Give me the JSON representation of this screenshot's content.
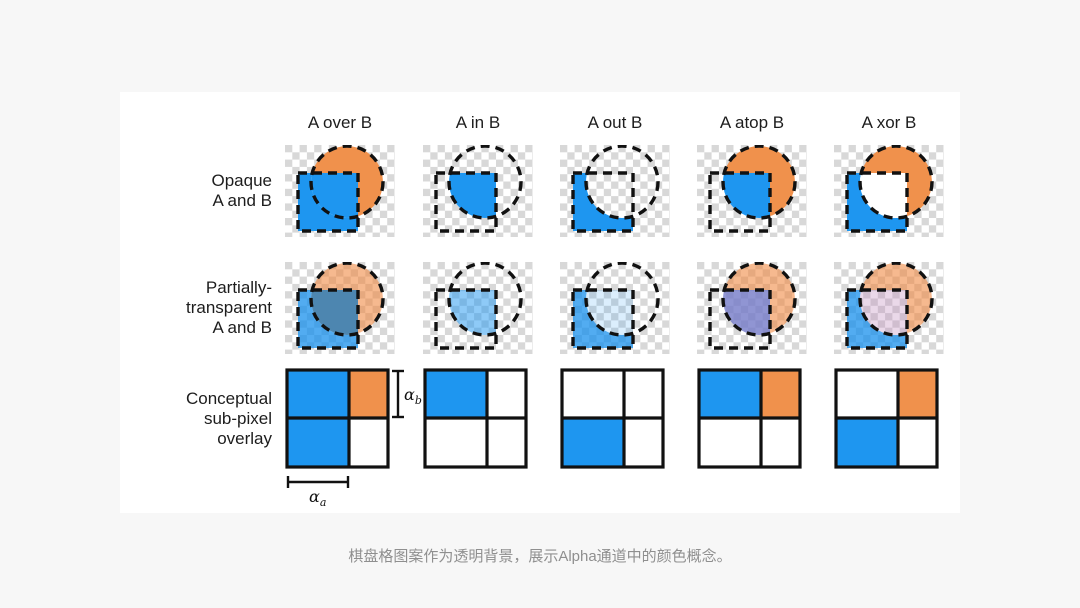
{
  "page": {
    "background": "#f7f7f7",
    "panel_background": "#ffffff"
  },
  "caption": "棋盘格图案作为透明背景，展示Alpha通道中的颜色概念。",
  "figure": {
    "row_labels": [
      [
        "Opaque",
        "A and B"
      ],
      [
        "Partially-",
        "transparent",
        "A and B"
      ],
      [
        "Conceptual",
        "sub-pixel",
        "overlay"
      ]
    ],
    "alpha": {
      "symbol": "α",
      "sub_a": "a",
      "sub_b": "b"
    },
    "colors": {
      "blue": "#1E96F0",
      "orange": "#F0914C",
      "checker_gray": "#d8d8d8",
      "checker_white": "#ffffff",
      "outline": "#111111",
      "header_text": "#1d1d1d",
      "caption_text": "#8f8f8f"
    },
    "ops": [
      {
        "name": "over",
        "header": "A over B",
        "opaque": {
          "square_only": "#1E96F0",
          "circle_only": "#F0914C",
          "intersection": "#1E96F0"
        },
        "partial": {
          "square_only": "rgba(24,144,236,0.75)",
          "circle_only": "rgba(240,139,68,0.6)",
          "intersection": "#4D86B0"
        },
        "subpixel": [
          "#1E96F0",
          "#F0914C",
          "#1E96F0",
          "#FFFFFF"
        ]
      },
      {
        "name": "in",
        "header": "A in B",
        "opaque": {
          "square_only": "none",
          "circle_only": "none",
          "intersection": "#1E96F0"
        },
        "partial": {
          "square_only": "none",
          "circle_only": "none",
          "intersection": "rgba(30,150,240,0.5)"
        },
        "subpixel": [
          "#1E96F0",
          "#FFFFFF",
          "#FFFFFF",
          "#FFFFFF"
        ]
      },
      {
        "name": "out",
        "header": "A out B",
        "opaque": {
          "square_only": "#1E96F0",
          "circle_only": "none",
          "intersection": "none"
        },
        "partial": {
          "square_only": "rgba(24,144,236,0.75)",
          "circle_only": "none",
          "intersection": "rgba(30,150,240,0.16)"
        },
        "subpixel": [
          "#FFFFFF",
          "#FFFFFF",
          "#1E96F0",
          "#FFFFFF"
        ]
      },
      {
        "name": "atop",
        "header": "A atop B",
        "opaque": {
          "square_only": "none",
          "circle_only": "#F0914C",
          "intersection": "#1E96F0"
        },
        "partial": {
          "square_only": "none",
          "circle_only": "rgba(240,139,68,0.6)",
          "intersection": "rgba(116,122,200,0.8)"
        },
        "subpixel": [
          "#1E96F0",
          "#F0914C",
          "#FFFFFF",
          "#FFFFFF"
        ]
      },
      {
        "name": "xor",
        "header": "A xor B",
        "opaque": {
          "square_only": "#1E96F0",
          "circle_only": "#F0914C",
          "intersection": "#FFFFFF"
        },
        "partial": {
          "square_only": "rgba(24,144,236,0.75)",
          "circle_only": "rgba(240,139,68,0.6)",
          "intersection": "rgba(196,144,192,0.35)"
        },
        "subpixel": [
          "#FFFFFF",
          "#F0914C",
          "#1E96F0",
          "#FFFFFF"
        ]
      }
    ]
  }
}
